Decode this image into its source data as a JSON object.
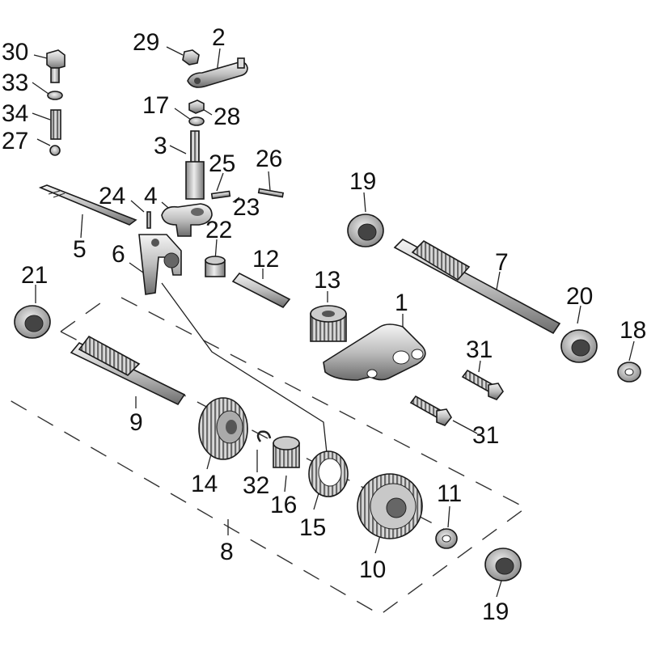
{
  "diagram": {
    "callouts": [
      {
        "id": "c30",
        "text": "30"
      },
      {
        "id": "c33",
        "text": "33"
      },
      {
        "id": "c34",
        "text": "34"
      },
      {
        "id": "c27",
        "text": "27"
      },
      {
        "id": "c29",
        "text": "29"
      },
      {
        "id": "c2",
        "text": "2"
      },
      {
        "id": "c17",
        "text": "17"
      },
      {
        "id": "c28",
        "text": "28"
      },
      {
        "id": "c3",
        "text": "3"
      },
      {
        "id": "c25",
        "text": "25"
      },
      {
        "id": "c26",
        "text": "26"
      },
      {
        "id": "c24",
        "text": "24"
      },
      {
        "id": "c4",
        "text": "4"
      },
      {
        "id": "c23",
        "text": "23"
      },
      {
        "id": "c5",
        "text": "5"
      },
      {
        "id": "c22",
        "text": "22"
      },
      {
        "id": "c6",
        "text": "6"
      },
      {
        "id": "c12",
        "text": "12"
      },
      {
        "id": "c21",
        "text": "21"
      },
      {
        "id": "c19a",
        "text": "19"
      },
      {
        "id": "c7",
        "text": "7"
      },
      {
        "id": "c13",
        "text": "13"
      },
      {
        "id": "c20",
        "text": "20"
      },
      {
        "id": "c18",
        "text": "18"
      },
      {
        "id": "c1",
        "text": "1"
      },
      {
        "id": "c31a",
        "text": "31"
      },
      {
        "id": "c31b",
        "text": "31"
      },
      {
        "id": "c9",
        "text": "9"
      },
      {
        "id": "c14",
        "text": "14"
      },
      {
        "id": "c32",
        "text": "32"
      },
      {
        "id": "c16",
        "text": "16"
      },
      {
        "id": "c15",
        "text": "15"
      },
      {
        "id": "c11",
        "text": "11"
      },
      {
        "id": "c8",
        "text": "8"
      },
      {
        "id": "c10",
        "text": "10"
      },
      {
        "id": "c19b",
        "text": "19"
      }
    ]
  }
}
